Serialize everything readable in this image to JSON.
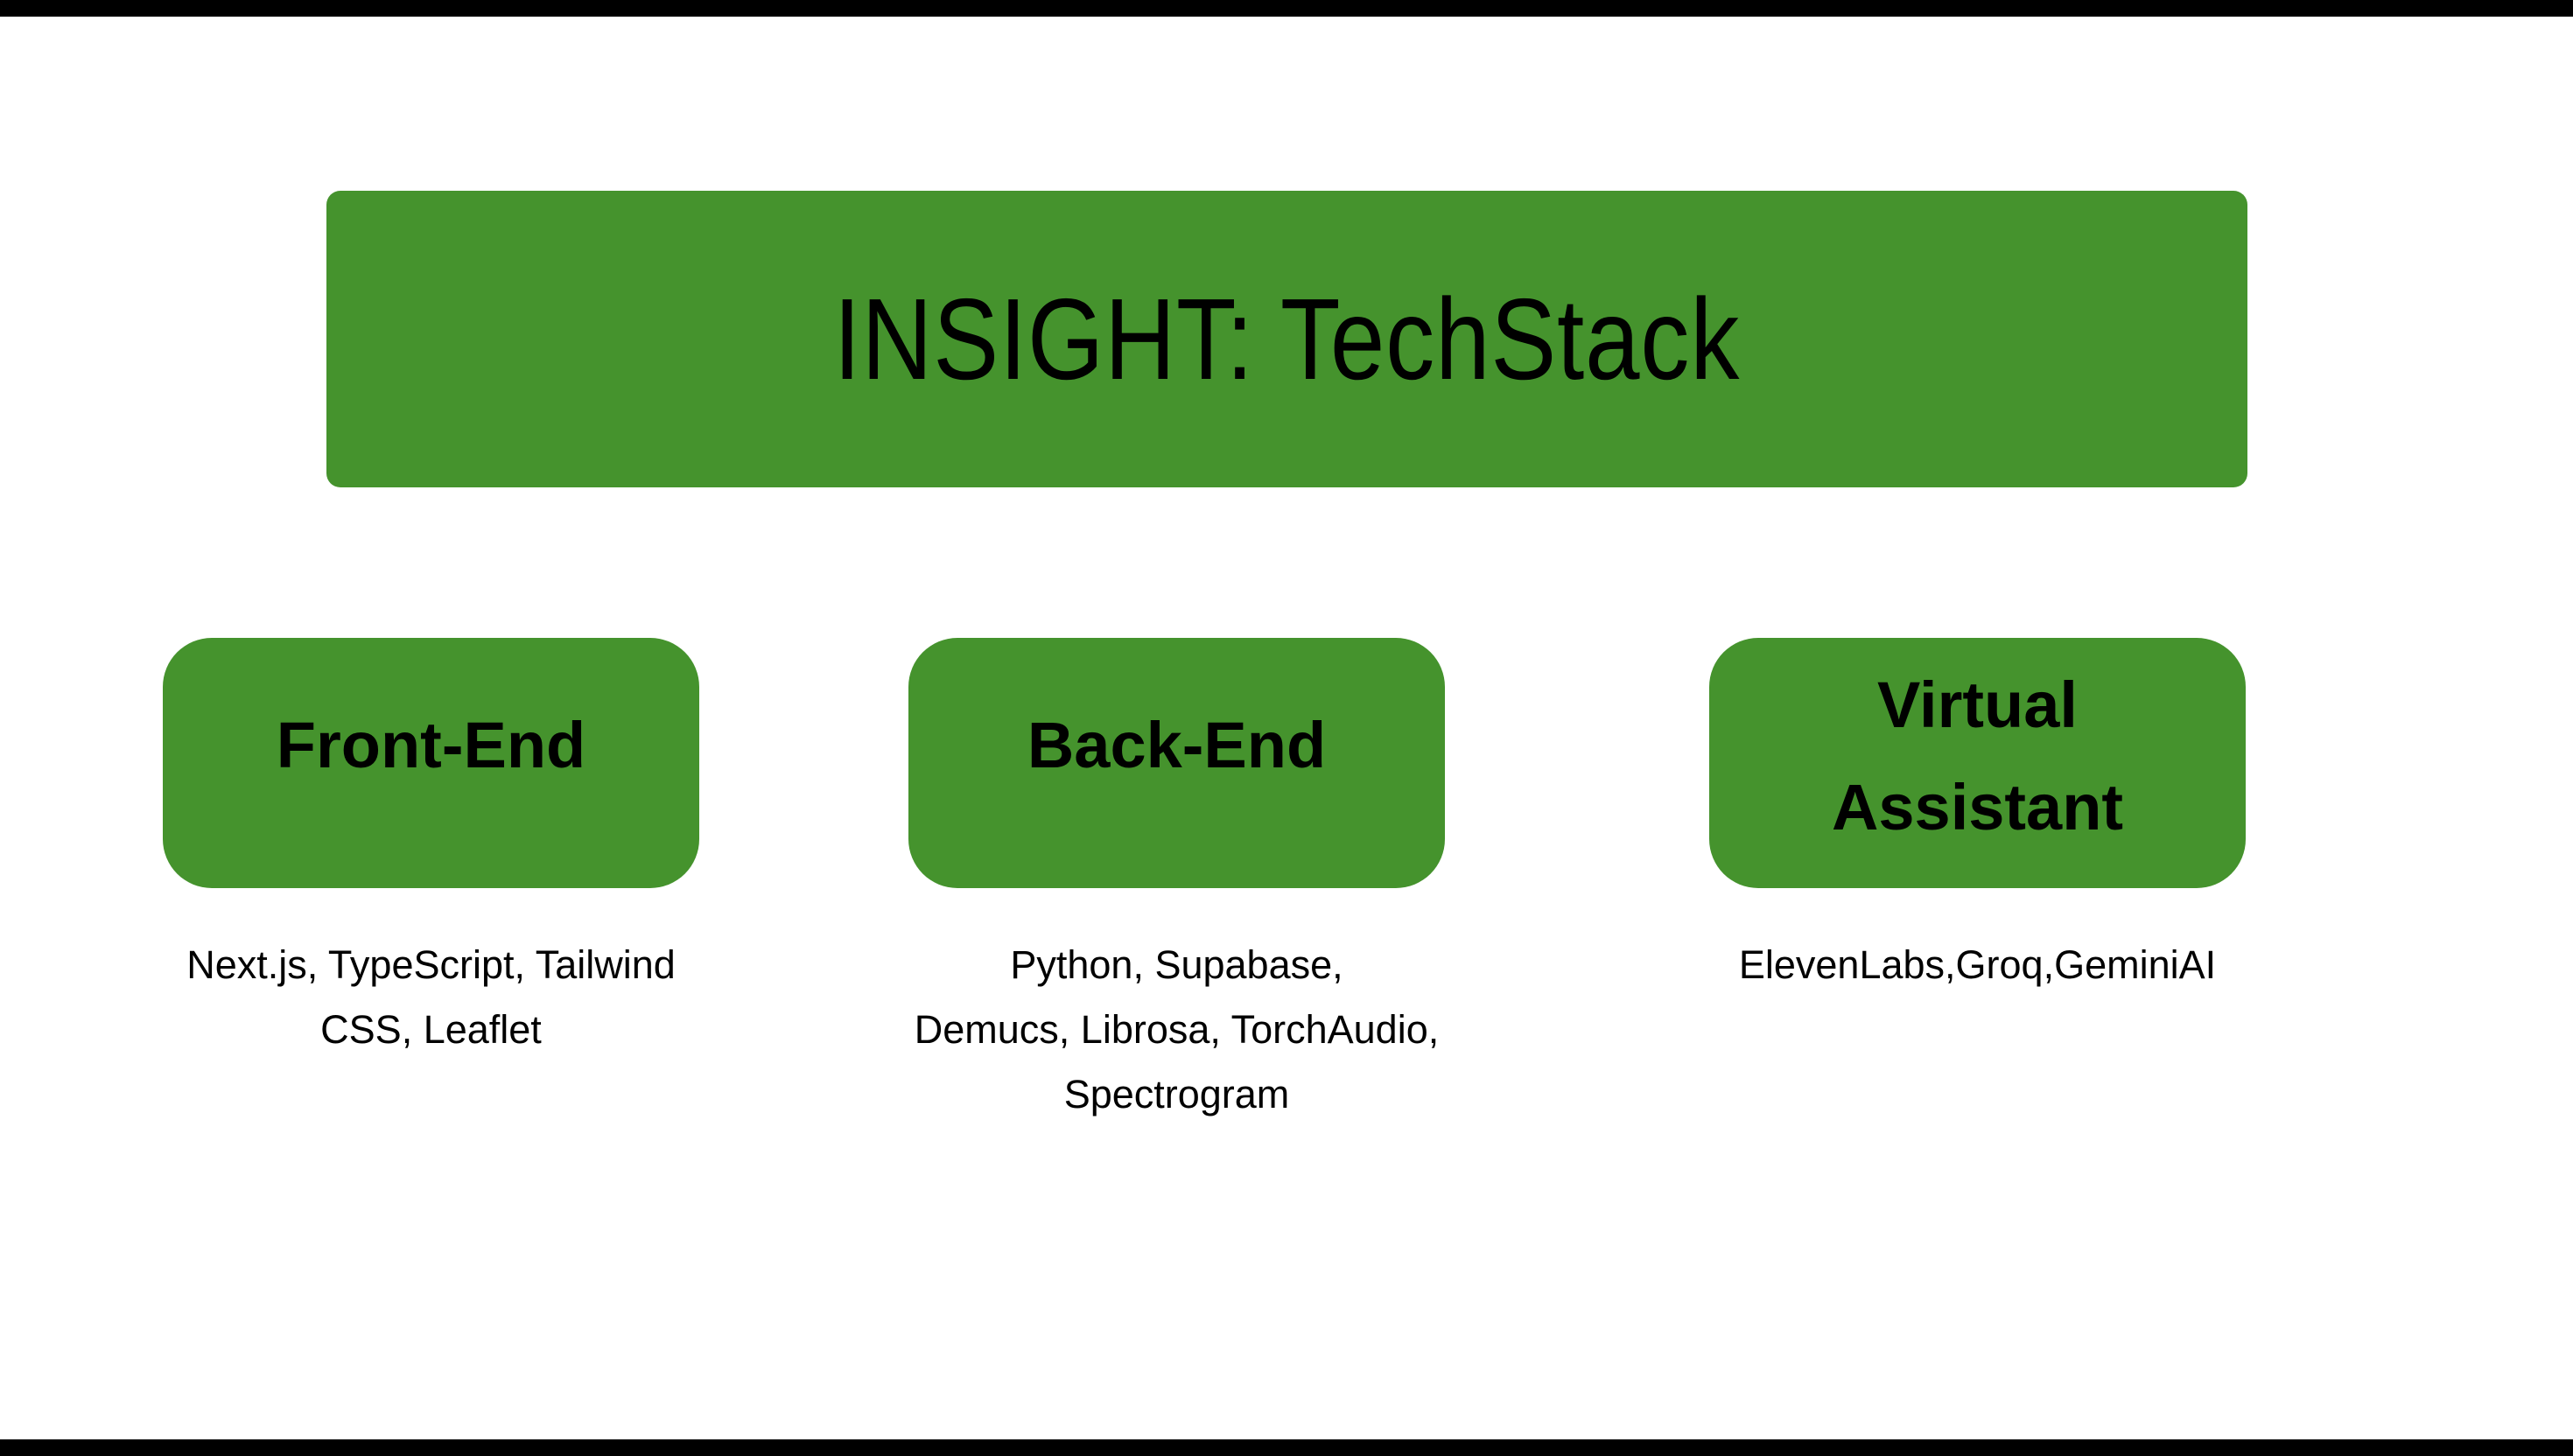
{
  "canvas": {
    "background": "#ffffff",
    "letterbox_bar_color": "#000000",
    "accent_green": "#45932d",
    "text_color": "#000000"
  },
  "title_banner": {
    "text": "INSIGHT: TechStack",
    "bg": "#45932d",
    "text_color": "#000000"
  },
  "columns": [
    {
      "id": "front-end",
      "box": {
        "label_lines": [
          "Front-End"
        ],
        "bg": "#45932d",
        "text_color": "#000000"
      },
      "tech": {
        "lines": [
          "Next.js, TypeScript, Tailwind",
          "CSS, Leaflet"
        ],
        "text_color": "#000000"
      }
    },
    {
      "id": "back-end",
      "box": {
        "label_lines": [
          "Back-End"
        ],
        "bg": "#45932d",
        "text_color": "#000000"
      },
      "tech": {
        "lines": [
          "Python, Supabase,",
          "Demucs, Librosa, TorchAudio,",
          "Spectrogram"
        ],
        "text_color": "#000000"
      }
    },
    {
      "id": "virtual-assistant",
      "box": {
        "label_lines": [
          "Virtual",
          "Assistant"
        ],
        "bg": "#45932d",
        "text_color": "#000000"
      },
      "tech": {
        "lines": [
          "ElevenLabs,Groq,GeminiAI"
        ],
        "text_color": "#000000"
      }
    }
  ]
}
